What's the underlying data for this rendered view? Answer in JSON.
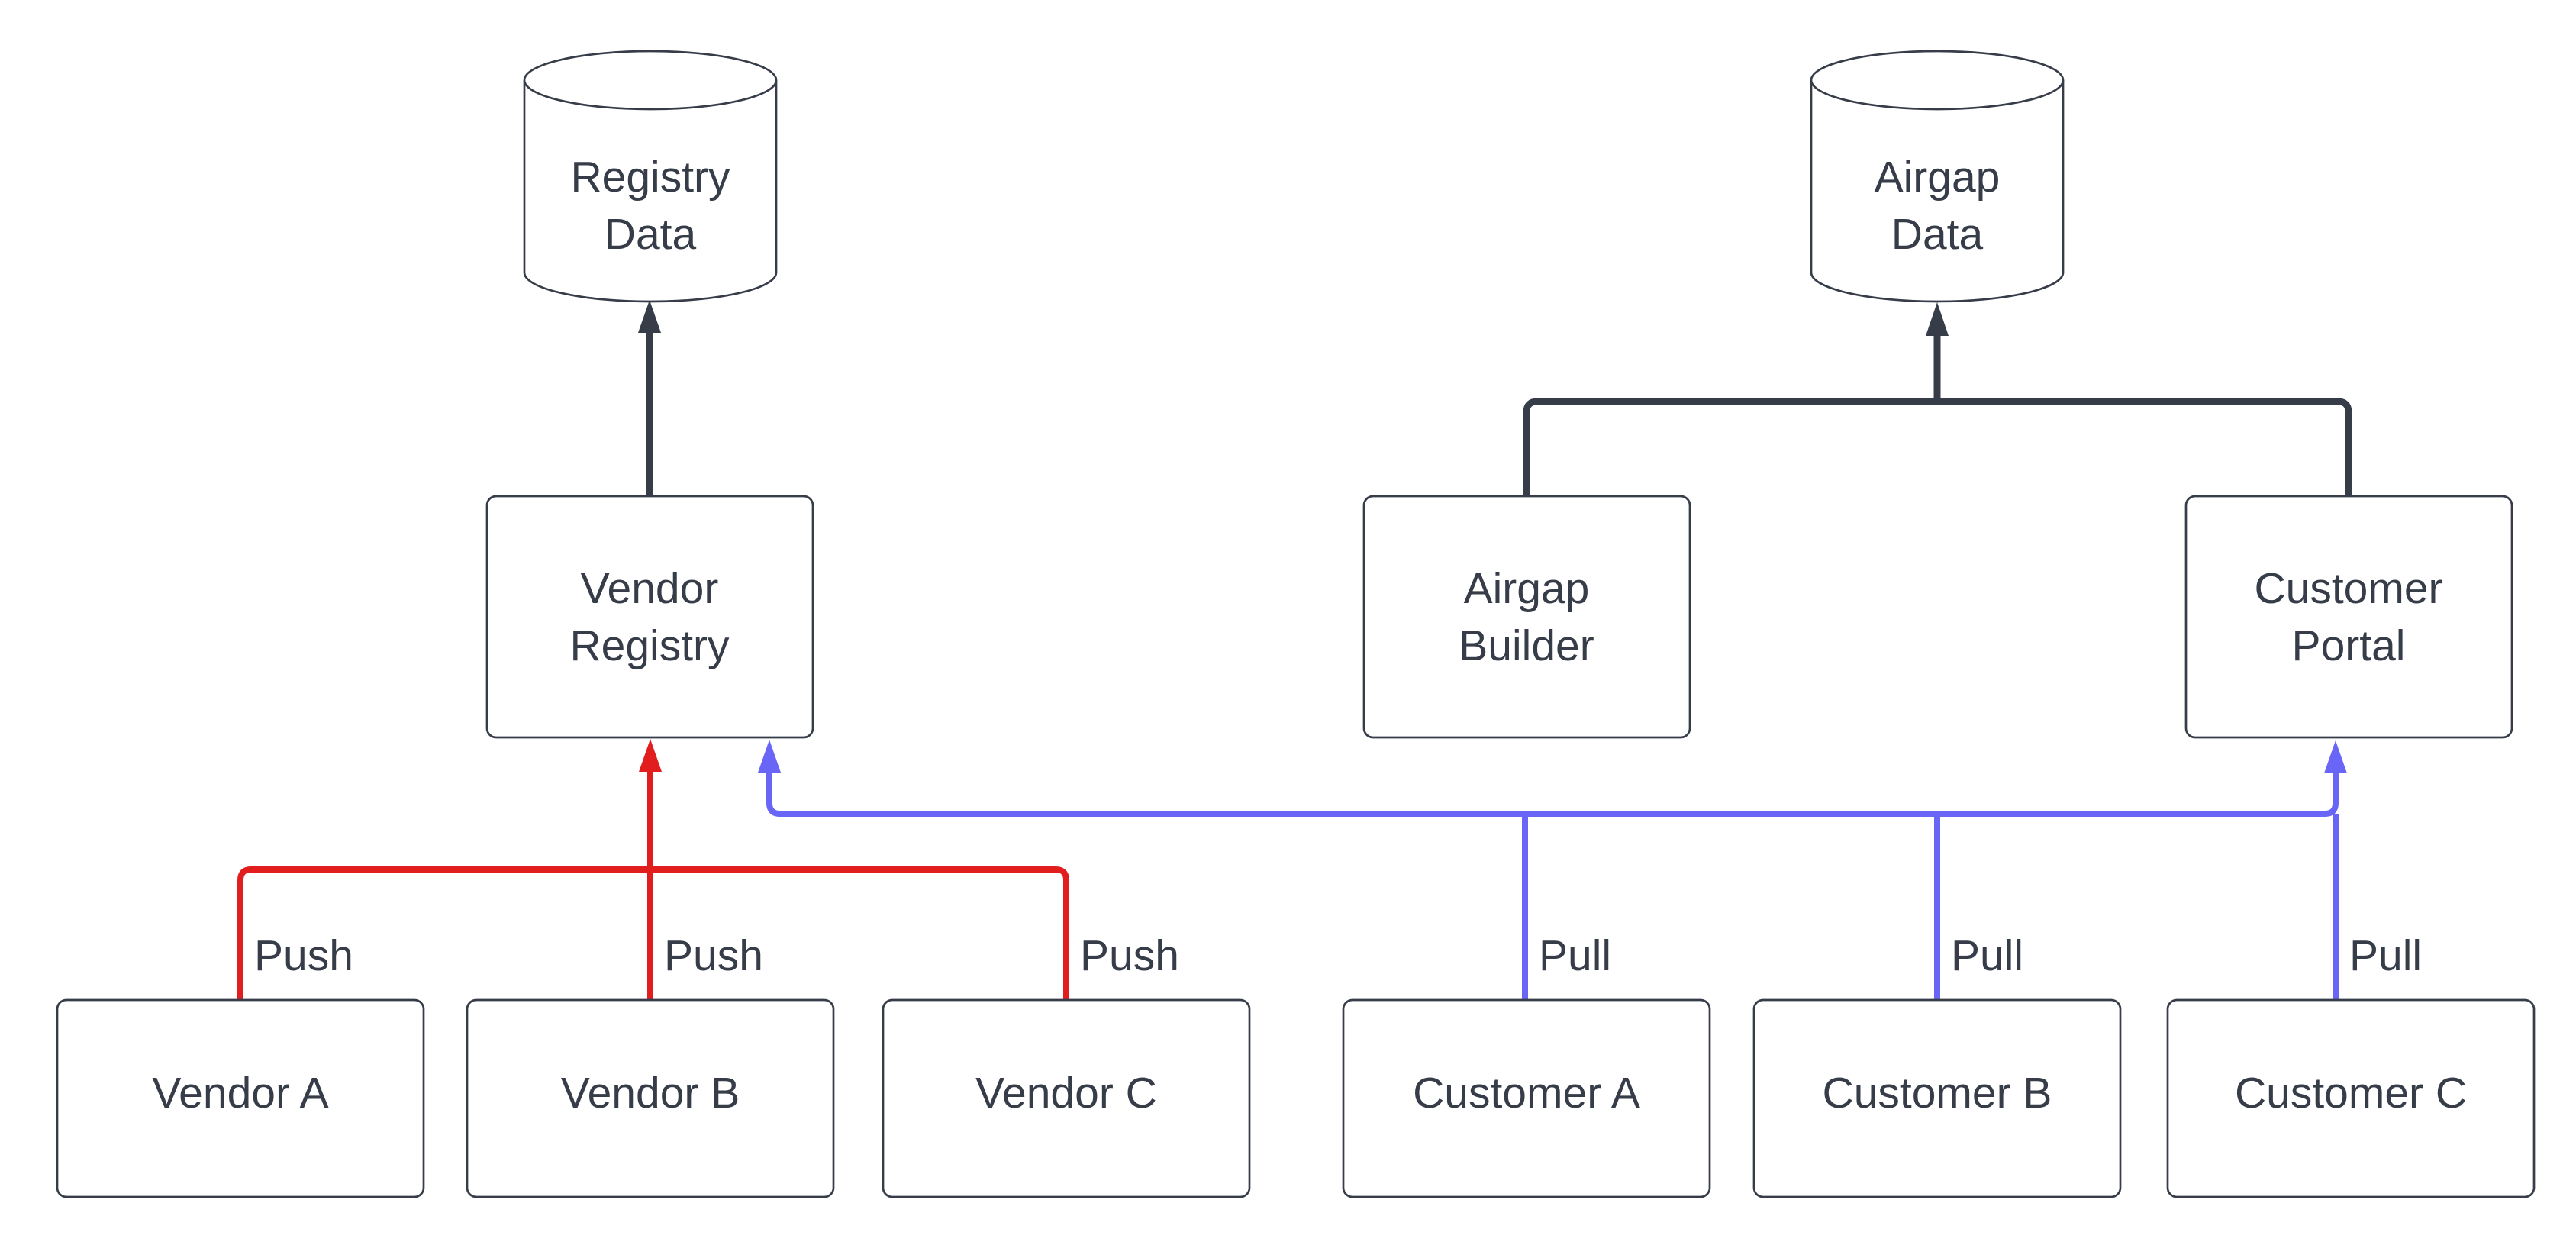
{
  "colors": {
    "text": "#363d49",
    "node_border": "#363d49",
    "line_dark": "#363d49",
    "line_red": "#e21d1d",
    "line_blue": "#6965f6"
  },
  "nodes": {
    "registry_data": {
      "line1": "Registry",
      "line2": "Data"
    },
    "airgap_data": {
      "line1": "Airgap",
      "line2": "Data"
    },
    "vendor_registry": {
      "line1": "Vendor",
      "line2": "Registry"
    },
    "airgap_builder": {
      "line1": "Airgap",
      "line2": "Builder"
    },
    "customer_portal": {
      "line1": "Customer",
      "line2": "Portal"
    },
    "vendor_a": {
      "label": "Vendor A"
    },
    "vendor_b": {
      "label": "Vendor B"
    },
    "vendor_c": {
      "label": "Vendor C"
    },
    "customer_a": {
      "label": "Customer A"
    },
    "customer_b": {
      "label": "Customer B"
    },
    "customer_c": {
      "label": "Customer C"
    }
  },
  "edges": {
    "push_a": {
      "label": "Push"
    },
    "push_b": {
      "label": "Push"
    },
    "push_c": {
      "label": "Push"
    },
    "pull_a": {
      "label": "Pull"
    },
    "pull_b": {
      "label": "Pull"
    },
    "pull_c": {
      "label": "Pull"
    }
  }
}
